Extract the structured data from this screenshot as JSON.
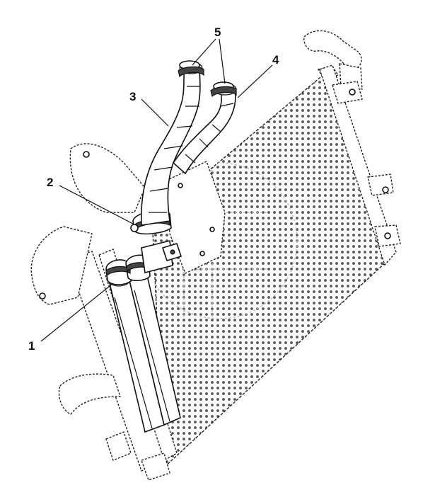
{
  "callouts": [
    {
      "id": "1",
      "label": "1"
    },
    {
      "id": "2",
      "label": "2"
    },
    {
      "id": "3",
      "label": "3"
    },
    {
      "id": "4",
      "label": "4"
    },
    {
      "id": "5",
      "label": "5"
    }
  ],
  "colors": {
    "line": "#111111",
    "background": "#ffffff",
    "mesh": "#555555",
    "watermark": "#bdbdbd"
  }
}
